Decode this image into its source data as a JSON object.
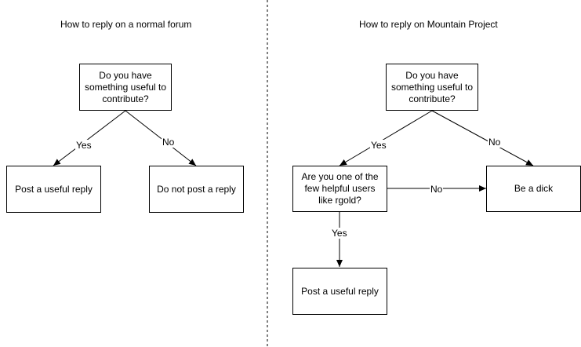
{
  "titles": {
    "left": "How to reply on a normal forum",
    "right": "How to reply on Mountain Project"
  },
  "left_chart": {
    "question": "Do you have something useful to contribute?",
    "yes_label": "Yes",
    "no_label": "No",
    "yes_result": "Post a useful reply",
    "no_result": "Do not post a reply"
  },
  "right_chart": {
    "question": "Do you have something useful to contribute?",
    "yes_label": "Yes",
    "no_label": "No",
    "second_question": "Are you one of the few helpful users like rgold?",
    "second_no_label": "No",
    "second_yes_label": "Yes",
    "no_result": "Be a dick",
    "yes_result": "Post a useful reply"
  },
  "colors": {
    "line": "#000000",
    "box_border": "#000000",
    "background": "#ffffff"
  }
}
